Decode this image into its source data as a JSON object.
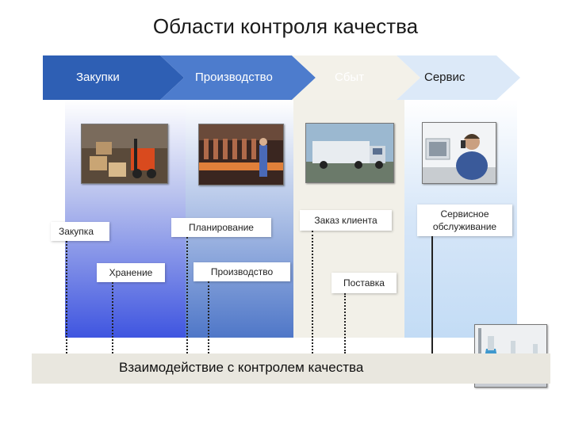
{
  "title": "Области контроля качества",
  "stages": [
    {
      "label": "Закупки",
      "color": "#2e5fb4"
    },
    {
      "label": "Производство",
      "color": "#4d7ccd"
    },
    {
      "label": "Сбыт",
      "color": "#f3f1e9"
    },
    {
      "label": "Сервис",
      "color": "#dce9f8"
    }
  ],
  "boxes": {
    "zakupka": "Закупка",
    "hranenie": "Хранение",
    "planirovanie": "Планирование",
    "proizvodstvo": "Производство",
    "zakaz": "Заказ клиента",
    "postavka": "Поставка",
    "servis_line1": "Сервисное",
    "servis_line2": "обслуживание"
  },
  "bottom": "Взаимодействие с контролем качества",
  "photos": [
    "warehouse-forklift",
    "production-line",
    "delivery-truck",
    "call-center-operator",
    "lab-flasks"
  ]
}
